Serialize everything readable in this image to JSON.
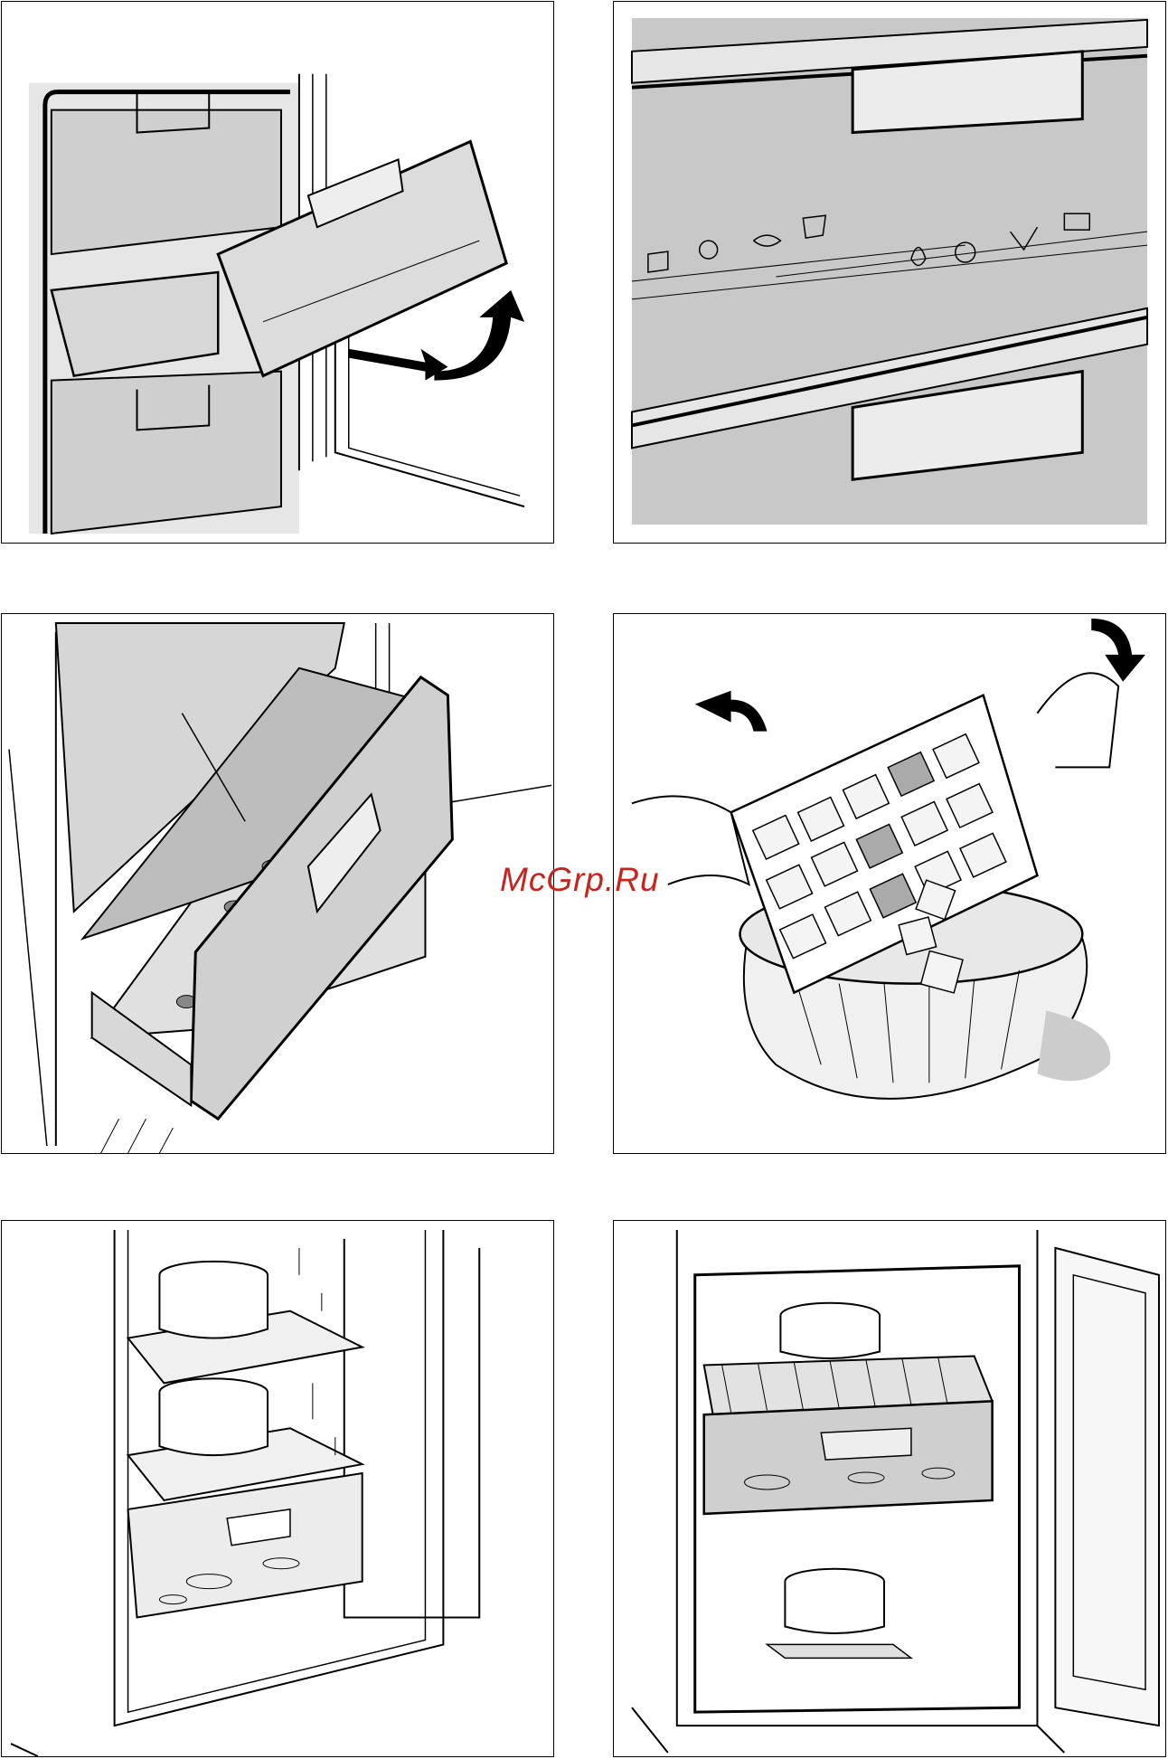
{
  "watermark": {
    "text": "McGrp.Ru",
    "color": "#c8241c"
  },
  "panels": [
    {
      "id": "p1",
      "subject": "freezer-drawer-removal"
    },
    {
      "id": "p2",
      "subject": "drawer-front-food-symbols"
    },
    {
      "id": "p3",
      "subject": "drawer-with-cold-packs"
    },
    {
      "id": "p4",
      "subject": "ice-cube-tray-into-bowl"
    },
    {
      "id": "p5",
      "subject": "defrosting-with-hot-water-pots"
    },
    {
      "id": "p6",
      "subject": "defrosting-freezer-compartment"
    }
  ],
  "colors": {
    "line": "#000000",
    "drawer-grey": "#c8c8c8",
    "light-grey": "#e6e6e6"
  }
}
